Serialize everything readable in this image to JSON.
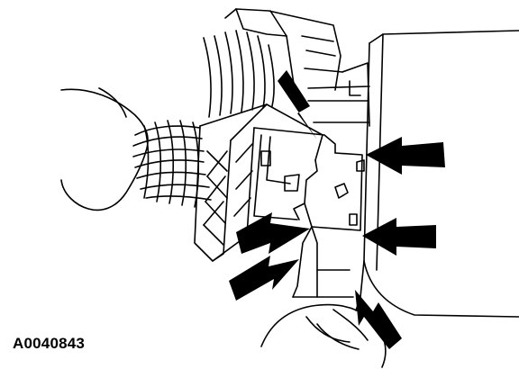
{
  "figure": {
    "id_label": "A0040843",
    "subject": "wiring-harness-connector-release-tabs",
    "callouts": [
      {
        "name": "arrow-upper-left-tab"
      },
      {
        "name": "arrow-upper-right-tab"
      },
      {
        "name": "arrow-middle-right-tab"
      },
      {
        "name": "arrow-middle-left-tab"
      },
      {
        "name": "arrow-lower-left-tab"
      },
      {
        "name": "arrow-lower-right-tab"
      }
    ]
  },
  "colors": {
    "line": "#000000",
    "background": "#ffffff"
  }
}
